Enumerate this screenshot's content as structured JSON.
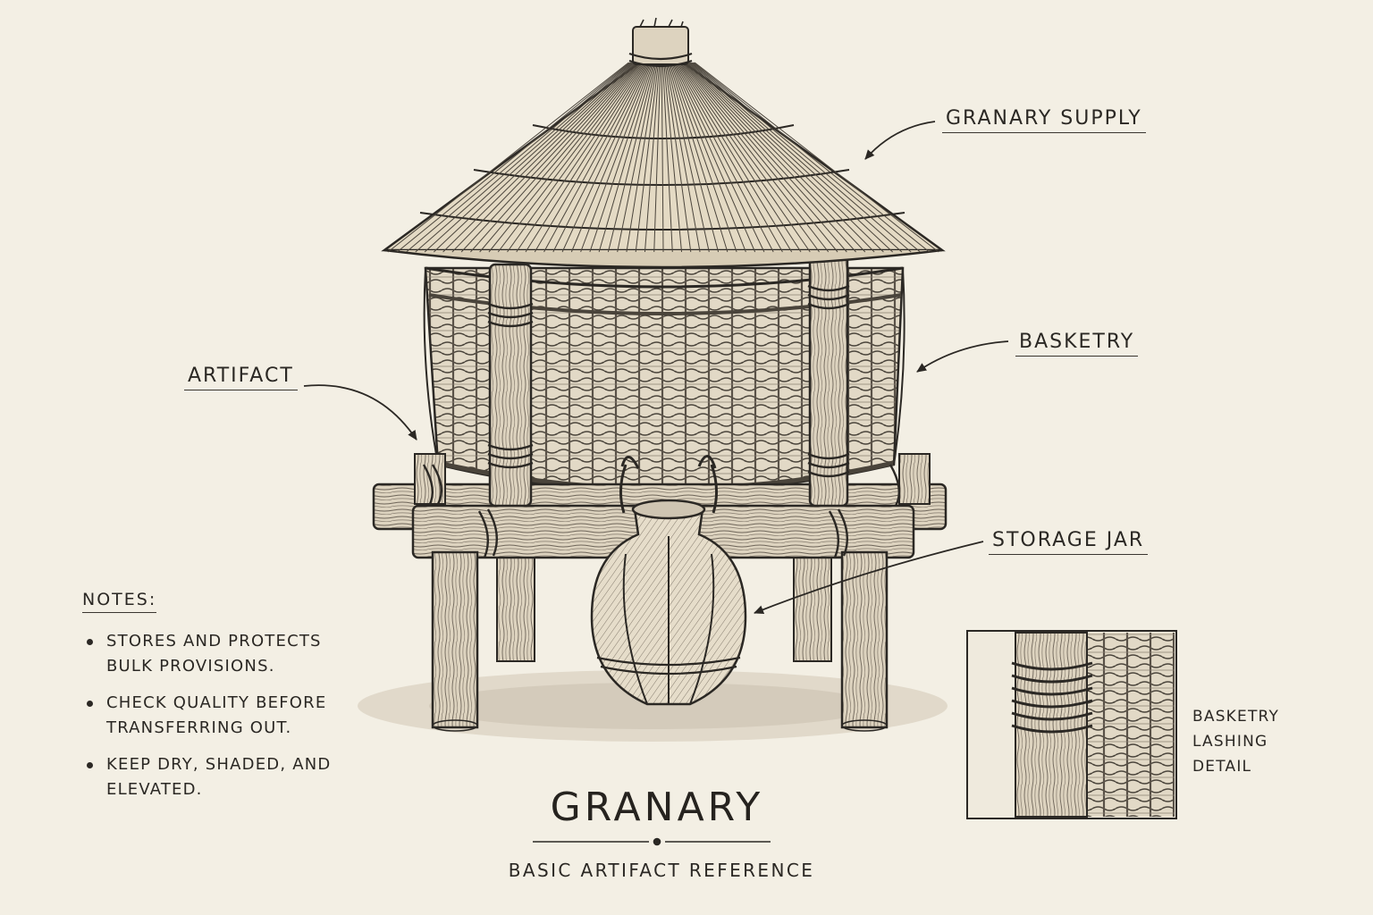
{
  "title": "GRANARY",
  "subtitle": "BASIC ARTIFACT REFERENCE",
  "callouts": {
    "granary_supply": "GRANARY SUPPLY",
    "basketry": "BASKETRY",
    "artifact": "ARTIFACT",
    "storage_jar": "STORAGE JAR"
  },
  "notes": {
    "title": "NOTES:",
    "items": [
      "STORES AND PROTECTS BULK PROVISIONS.",
      "CHECK QUALITY BEFORE TRANSFERRING OUT.",
      "KEEP DRY, SHADED, AND ELEVATED."
    ]
  },
  "detail_caption": [
    "BASKETRY",
    "LASHING",
    "DETAIL"
  ],
  "colors": {
    "paper": "#f3efe4",
    "ink": "#2b2824",
    "wood": "#d9cfbb",
    "straw": "#e4dac4"
  }
}
